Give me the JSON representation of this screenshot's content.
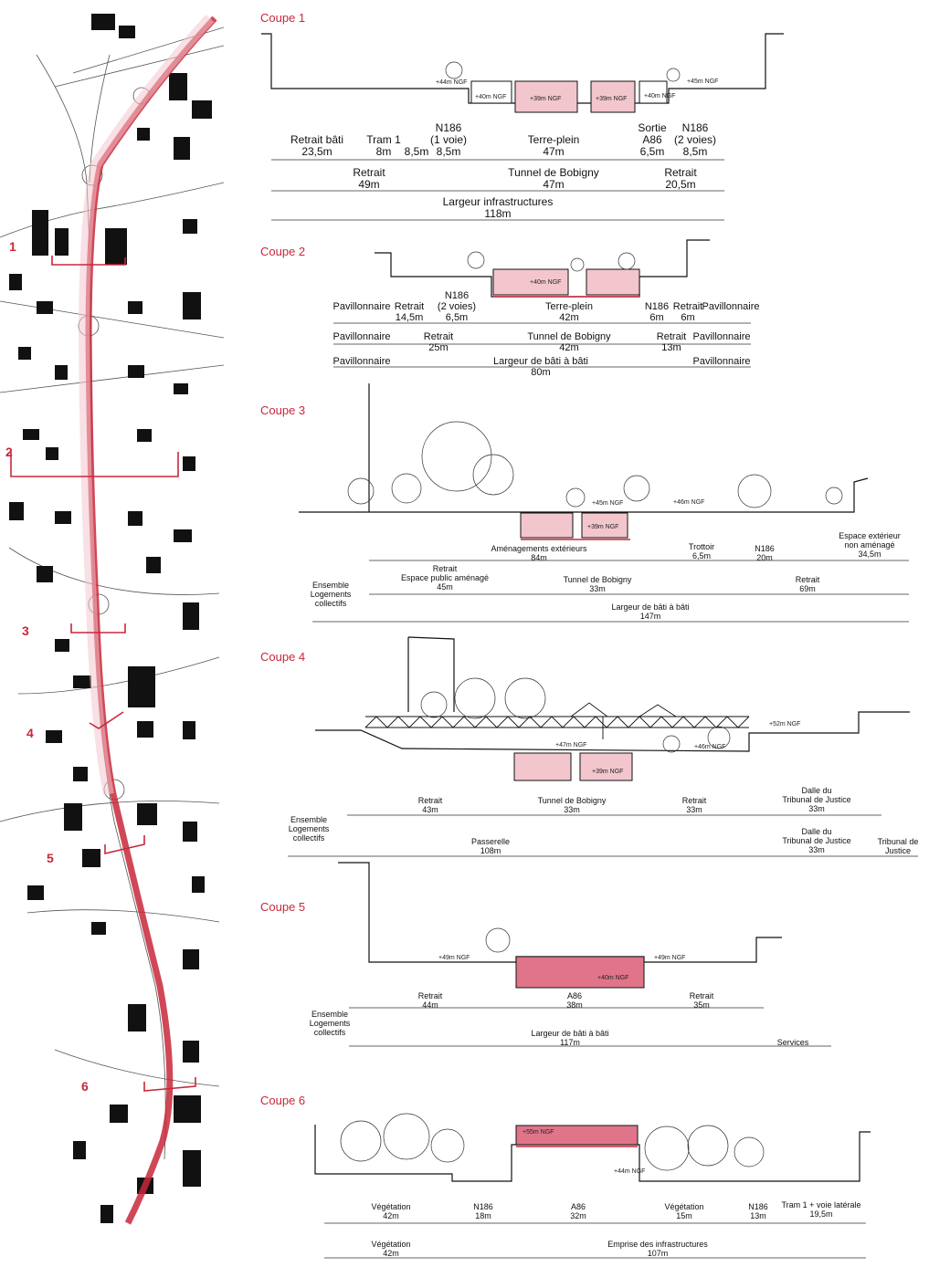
{
  "map": {
    "section_markers": [
      "1",
      "2",
      "3",
      "4",
      "5",
      "6"
    ]
  },
  "colors": {
    "accent": "#c8283a",
    "tunnel_fill": "#f3c6cd",
    "tunnel_fill_dark": "#e0758a"
  },
  "sections": [
    {
      "title": "Coupe 1",
      "ngf": [
        "+44m NGF",
        "+40m NGF",
        "+39m NGF",
        "+39m NGF",
        "+40m NGF",
        "+45m NGF"
      ],
      "rows": [
        [
          "Retrait bâti\n23,5m",
          "Tram 1\n8m",
          "8,5m",
          "N186\n(1 voie)\n8,5m",
          "Terre-plein\n47m",
          "Sortie\nA86\n6,5m",
          "N186\n(2 voies)\n8,5m"
        ],
        [
          "Retrait\n49m",
          "Tunnel de Bobigny\n47m",
          "Retrait\n20,5m"
        ],
        [
          "Largeur infrastructures\n118m"
        ]
      ]
    },
    {
      "title": "Coupe 2",
      "ngf": [
        "+40m NGF"
      ],
      "rows": [
        [
          "Pavillonnaire",
          "Retrait\n14,5m",
          "N186\n(2 voies)\n6,5m",
          "Terre-plein\n42m",
          "N186\n6m",
          "Retrait\n6m",
          "Pavillonnaire"
        ],
        [
          "Pavillonnaire",
          "Retrait\n25m",
          "Tunnel de Bobigny\n42m",
          "Retrait\n13m",
          "Pavillonnaire"
        ],
        [
          "Pavillonnaire",
          "Largeur de bâti à bâti\n80m",
          "Pavillonnaire"
        ]
      ]
    },
    {
      "title": "Coupe 3",
      "ngf": [
        "+45m NGF",
        "+46m NGF",
        "+39m NGF"
      ],
      "rows": [
        [
          "Aménagements extérieurs\n84m",
          "Trottoir\n6,5m",
          "N186\n20m",
          "Espace extérieur\nnon aménagé\n34,5m"
        ],
        [
          "Retrait\nEspace public aménagé\n45m",
          "Tunnel de Bobigny\n33m",
          "Retrait\n69m"
        ],
        [
          "Ensemble\nLogements\ncollectifs",
          "Largeur de bâti à bâti\n147m"
        ]
      ]
    },
    {
      "title": "Coupe 4",
      "ngf": [
        "+52m NGF",
        "+47m NGF",
        "+46m NGF",
        "+39m NGF"
      ],
      "rows": [
        [
          "Retrait\n43m",
          "Tunnel de Bobigny\n33m",
          "Retrait\n33m",
          "Dalle du\nTribunal de Justice\n33m"
        ],
        [
          "Ensemble\nLogements\ncollectifs",
          "Passerelle\n108m",
          "Dalle du\nTribunal de Justice\n33m",
          "Tribunal de\nJustice"
        ]
      ]
    },
    {
      "title": "Coupe 5",
      "ngf": [
        "+49m NGF",
        "+40m NGF",
        "+49m NGF"
      ],
      "rows": [
        [
          "Retrait\n44m",
          "A86\n38m",
          "Retrait\n35m"
        ],
        [
          "Ensemble\nLogements\ncollectifs",
          "Largeur de bâti à bâti\n117m",
          "Services"
        ]
      ]
    },
    {
      "title": "Coupe 6",
      "ngf": [
        "+55m NGF",
        "+44m NGF"
      ],
      "rows": [
        [
          "Végétation\n42m",
          "N186\n18m",
          "A86\n32m",
          "Végétation\n15m",
          "N186\n13m",
          "Tram 1 + voie latérale\n19,5m"
        ],
        [
          "Végétation\n42m",
          "Emprise des infrastructures\n107m"
        ]
      ]
    }
  ]
}
